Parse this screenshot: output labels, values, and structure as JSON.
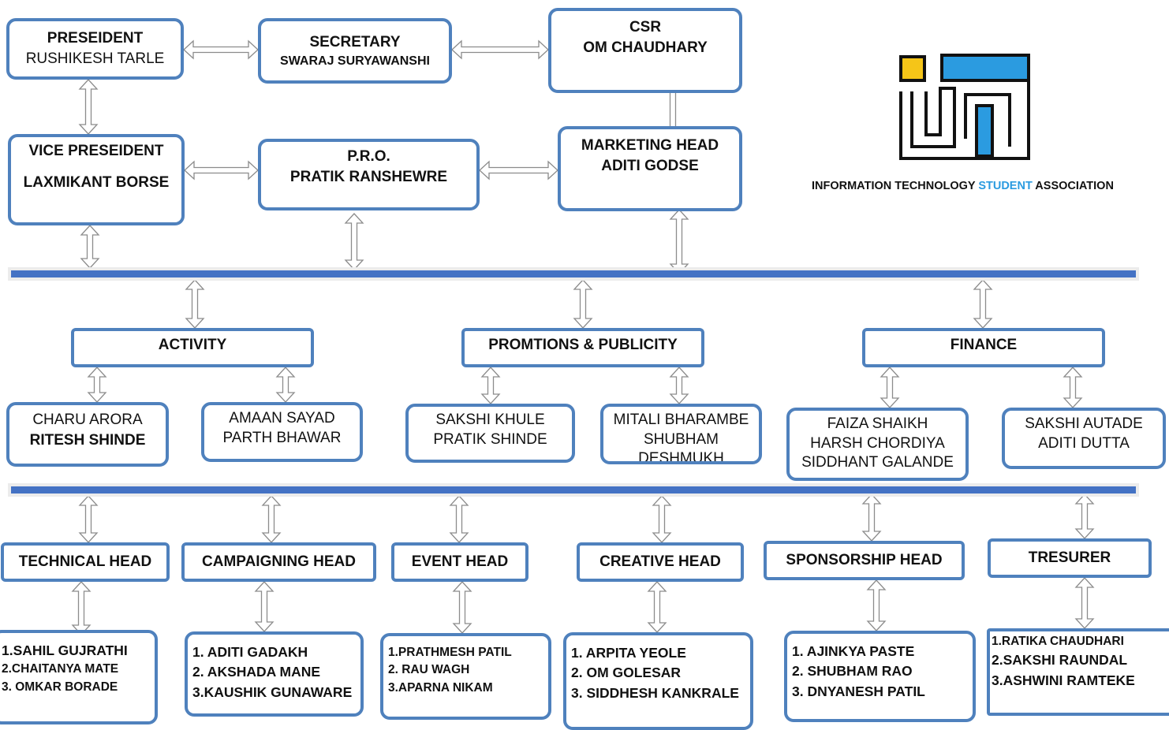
{
  "top": {
    "president": {
      "role": "PRESEIDENT",
      "name": "RUSHIKESH TARLE"
    },
    "secretary": {
      "role": "SECRETARY",
      "name": "SWARAJ SURYAWANSHI"
    },
    "csr": {
      "role": "CSR",
      "name": "OM CHAUDHARY"
    },
    "vice_president": {
      "role": "VICE PRESEIDENT",
      "name": "LAXMIKANT BORSE"
    },
    "pro": {
      "role": "P.R.O.",
      "name": "PRATIK RANSHEWRE"
    },
    "marketing": {
      "role": "MARKETING HEAD",
      "name": "ADITI GODSE"
    }
  },
  "logo": {
    "caption_part1": "INFORMATION TECHNOLOGY ",
    "caption_highlight": "STUDENT",
    "caption_part2": " ASSOCIATION",
    "colors": {
      "blue": "#2b9be0",
      "yellow": "#f5c518",
      "black": "#111111"
    }
  },
  "departments": {
    "activity": {
      "title": "ACTIVITY",
      "left": {
        "line1": "CHARU ARORA",
        "line2": "RITESH SHINDE"
      },
      "right": {
        "line1": "AMAAN SAYAD",
        "line2": "PARTH BHAWAR"
      }
    },
    "promotions": {
      "title": "PROMTIONS & PUBLICITY",
      "left": {
        "line1": "SAKSHI KHULE",
        "line2": "PRATIK SHINDE"
      },
      "right": {
        "line1": "MITALI BHARAMBE",
        "line2": "SHUBHAM",
        "line3": "DESHMUKH"
      }
    },
    "finance": {
      "title": "FINANCE",
      "left": {
        "line1": "FAIZA SHAIKH",
        "line2": "HARSH CHORDIYA",
        "line3": "SIDDHANT GALANDE"
      },
      "right": {
        "line1": "SAKSHI AUTADE",
        "line2": "ADITI DUTTA"
      }
    }
  },
  "heads": [
    {
      "title": "TECHNICAL HEAD",
      "members": [
        "1.SAHIL GUJRATHI",
        "2.CHAITANYA MATE",
        "3. OMKAR BORADE"
      ]
    },
    {
      "title": "CAMPAIGNING HEAD",
      "members": [
        "1. ADITI GADAKH",
        "2. AKSHADA MANE",
        "3.KAUSHIK GUNAWARE"
      ]
    },
    {
      "title": "EVENT HEAD",
      "members": [
        "1.PRATHMESH PATIL",
        "2. RAU WAGH",
        "3.APARNA NIKAM"
      ]
    },
    {
      "title": "CREATIVE HEAD",
      "members": [
        "1. ARPITA YEOLE",
        "2. OM GOLESAR",
        "3. SIDDHESH KANKRALE"
      ]
    },
    {
      "title": "SPONSORSHIP HEAD",
      "members": [
        "1. AJINKYA PASTE",
        "2. SHUBHAM RAO",
        "3. DNYANESH PATIL"
      ]
    },
    {
      "title": "TRESURER",
      "members": [
        "1.RATIKA CHAUDHARI",
        "2.SAKSHI RAUNDAL",
        "3.ASHWINI RAMTEKE"
      ]
    }
  ]
}
